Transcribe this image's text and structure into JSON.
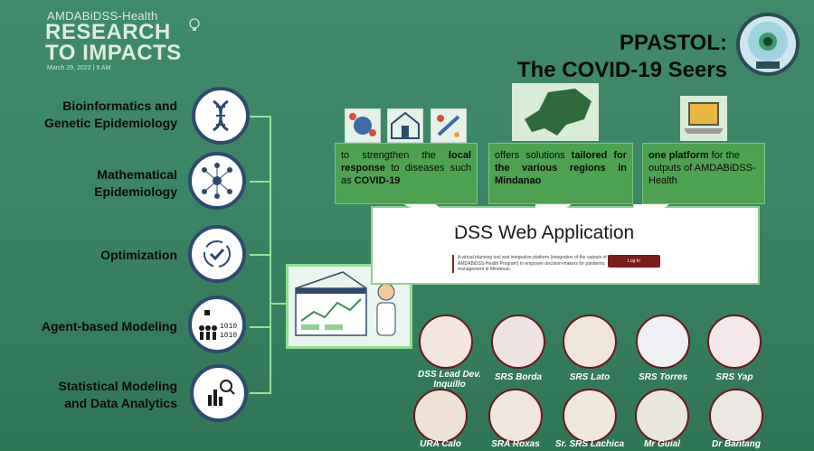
{
  "branding": {
    "subtitle": "AMDABiDSS-Health",
    "title_line1": "RESEARCH",
    "title_line2": "TO IMPACTS",
    "date": "March 29, 2022 | 9 AM"
  },
  "title": {
    "line1": "PPASTOL:",
    "line2": "The COVID-19 Seers"
  },
  "categories": [
    {
      "line1": "Bioinformatics and",
      "line2": "Genetic Epidemiology",
      "icon": "dna-icon"
    },
    {
      "line1": "Mathematical",
      "line2": "Epidemiology",
      "icon": "network-icon"
    },
    {
      "line1": "Optimization",
      "line2": "",
      "icon": "optimization-cycle-icon"
    },
    {
      "line1": "Agent-based Modeling",
      "line2": "",
      "icon": "agents-binary-icon"
    },
    {
      "line1": "Statistical Modeling",
      "line2": "and Data Analytics",
      "icon": "bar-chart-magnifier-icon"
    }
  ],
  "boxes": [
    {
      "pre": "to strengthen the ",
      "b1": "local response",
      "post": " to diseases such as ",
      "b2": "COVID-19"
    },
    {
      "pre": "offers solutions ",
      "b1": "tailored for the various regions in Mindanao",
      "post": "",
      "b2": ""
    },
    {
      "pre": "",
      "b1": "one platform",
      "post": " for the outputs of AMDABiDSS-Health",
      "b2": ""
    }
  ],
  "webapp": {
    "heading": "DSS Web Application",
    "description": "A virtual planning tool and integrative platform (integration of the outputs of the AMDABiDSS-Health Program) to empower decision-makers for pandemic management in Mindanao.",
    "login": "Log In"
  },
  "team": {
    "row1": [
      "DSS Lead Dev. Inquillo",
      "SRS Borda",
      "SRS Lato",
      "SRS Torres",
      "SRS Yap"
    ],
    "row2": [
      "URA Calo",
      "SRA Roxas",
      "Sr. SRS Lachica",
      "Mr Guial",
      "Dr Bantang"
    ]
  },
  "colors": {
    "background": "#3a8565",
    "box_green": "#4da24f",
    "login": "#7c1c1c",
    "circle_border": "#2e4a6e"
  }
}
